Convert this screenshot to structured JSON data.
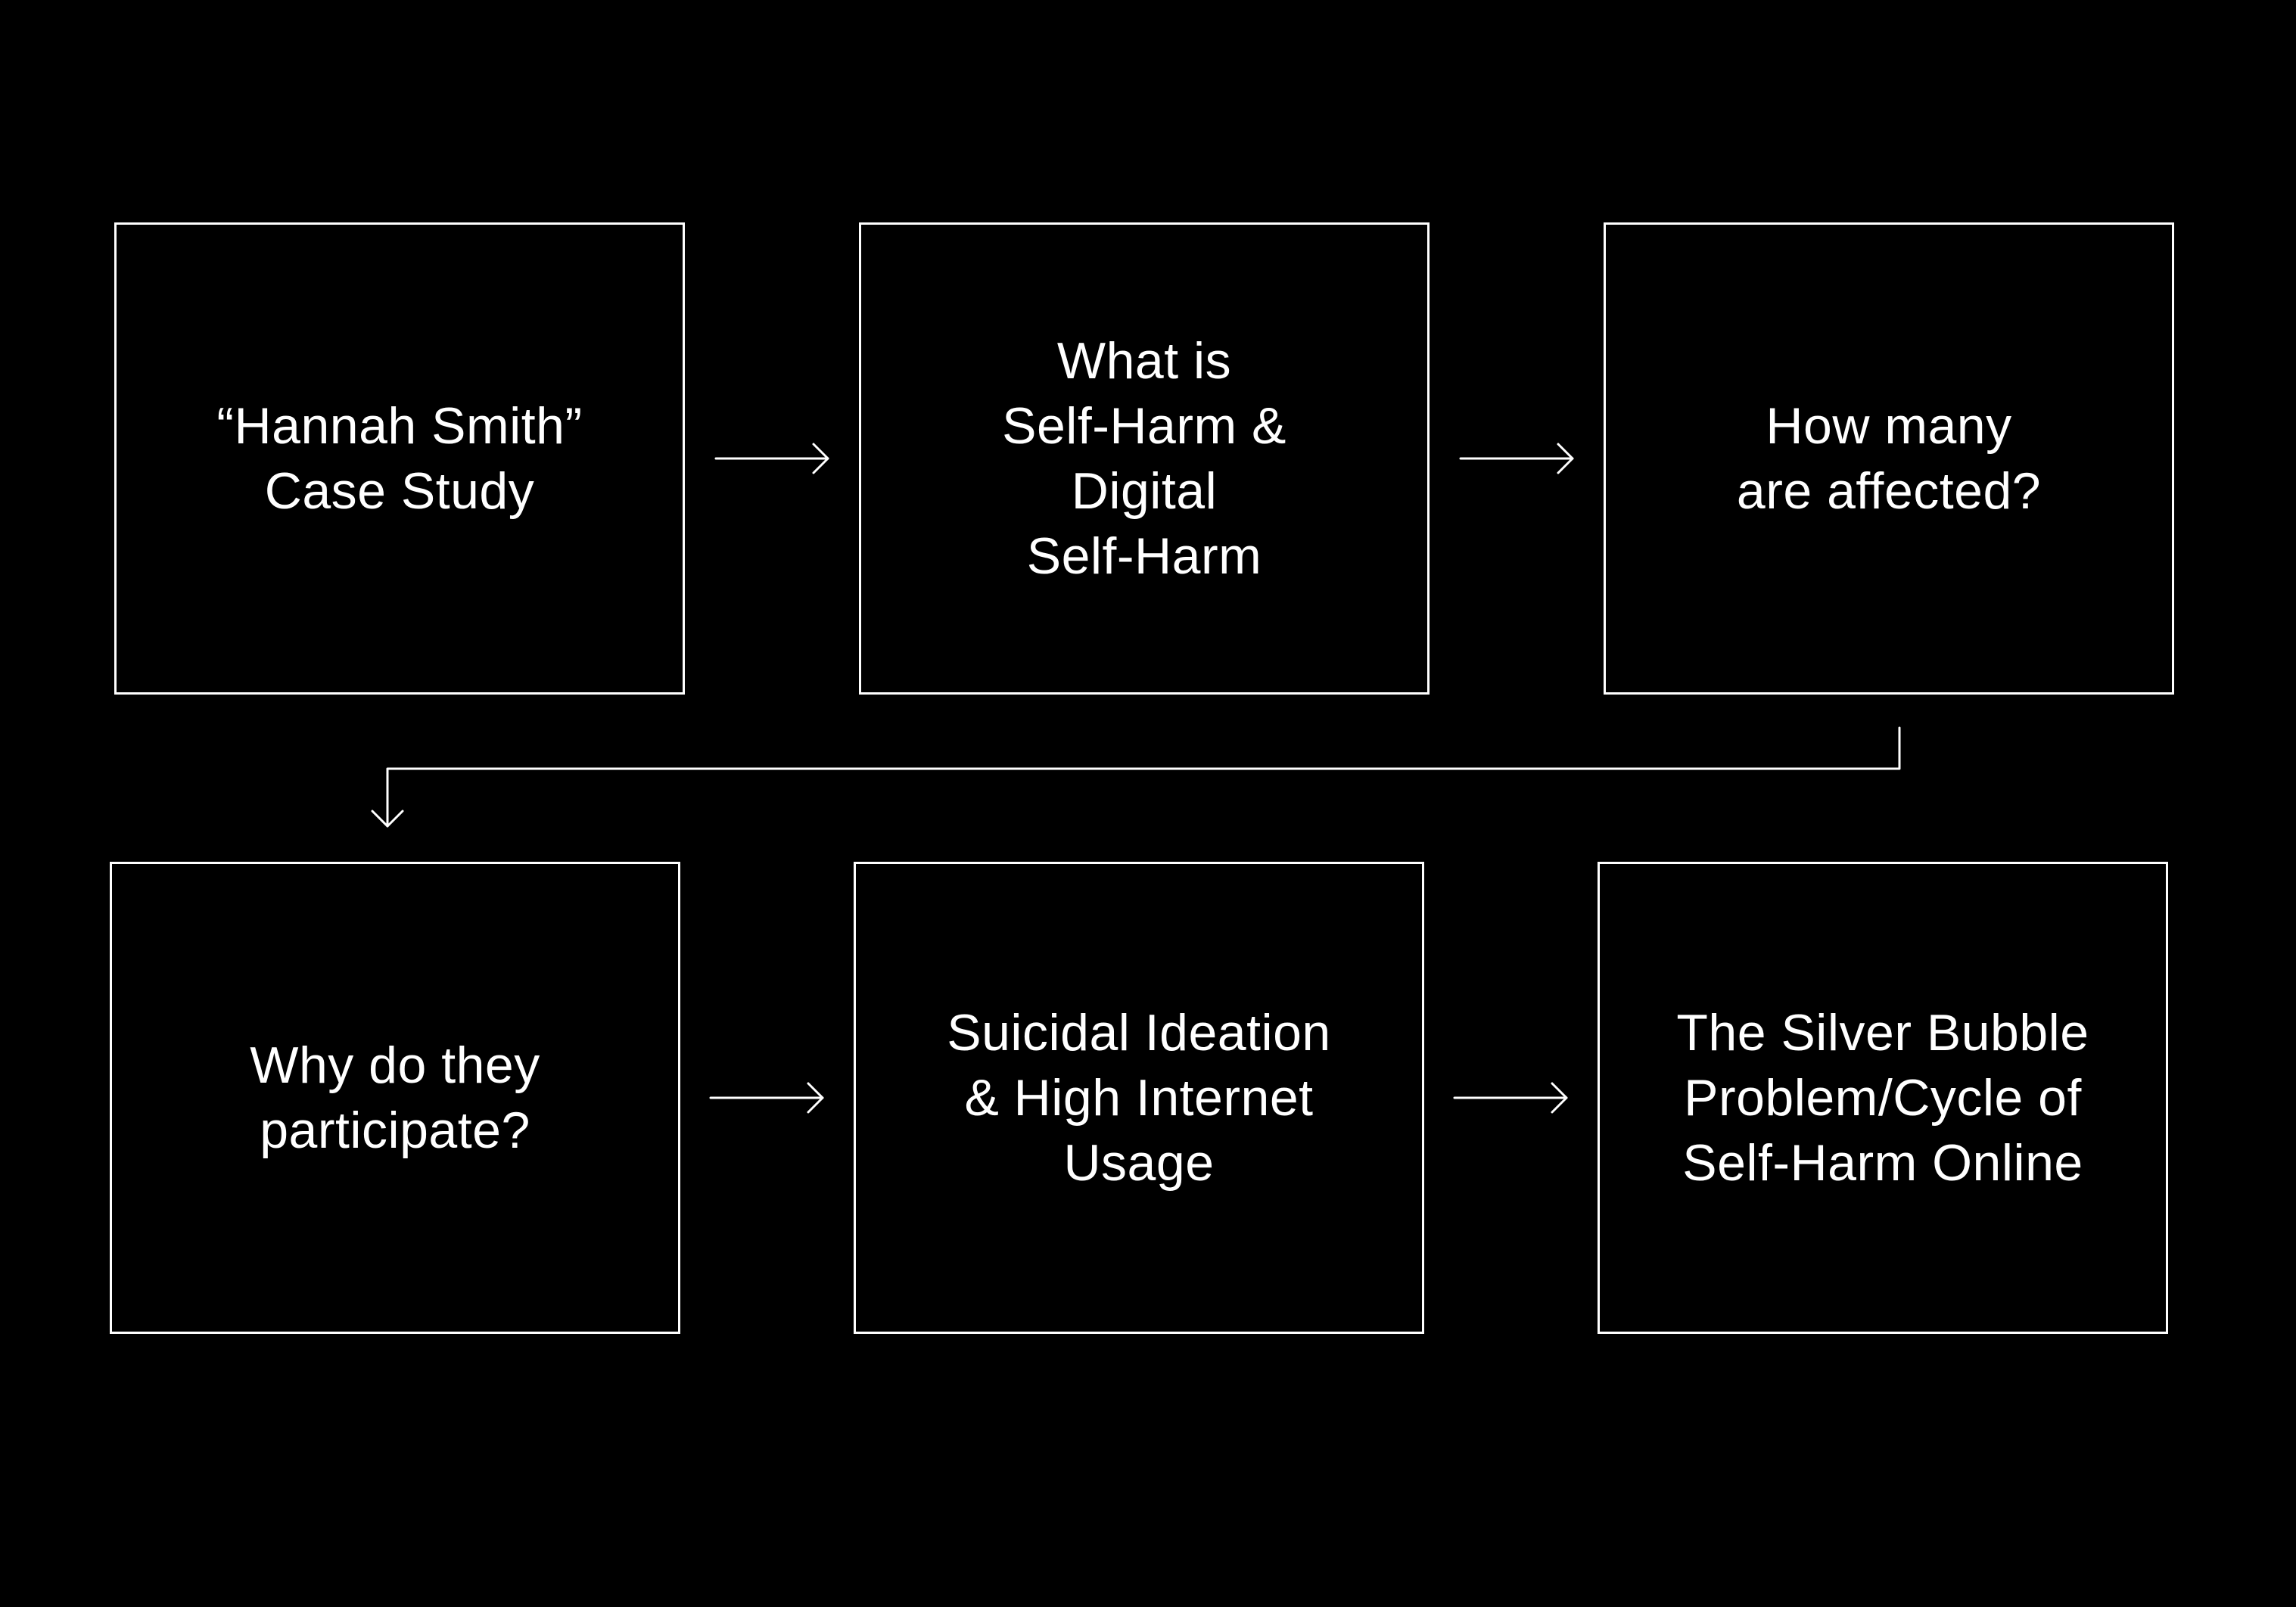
{
  "diagram": {
    "background_color": "#000000",
    "stroke_color": "#ffffff",
    "nodes": [
      {
        "id": "hannah-smith",
        "label": "“Hannah Smith”\nCase Study"
      },
      {
        "id": "self-harm-definition",
        "label": "What is\nSelf-Harm &\nDigital\nSelf-Harm"
      },
      {
        "id": "how-many-affected",
        "label": "How many\nare affected?"
      },
      {
        "id": "why-participate",
        "label": "Why do they\nparticipate?"
      },
      {
        "id": "suicidal-ideation",
        "label": "Suicidal Ideation\n& High Internet\nUsage"
      },
      {
        "id": "silver-bubble",
        "label": "The Silver Bubble\nProblem/Cycle of\nSelf-Harm Online"
      }
    ],
    "edges": [
      {
        "from": "hannah-smith",
        "to": "self-harm-definition"
      },
      {
        "from": "self-harm-definition",
        "to": "how-many-affected"
      },
      {
        "from": "how-many-affected",
        "to": "why-participate"
      },
      {
        "from": "why-participate",
        "to": "suicidal-ideation"
      },
      {
        "from": "suicidal-ideation",
        "to": "silver-bubble"
      }
    ]
  }
}
